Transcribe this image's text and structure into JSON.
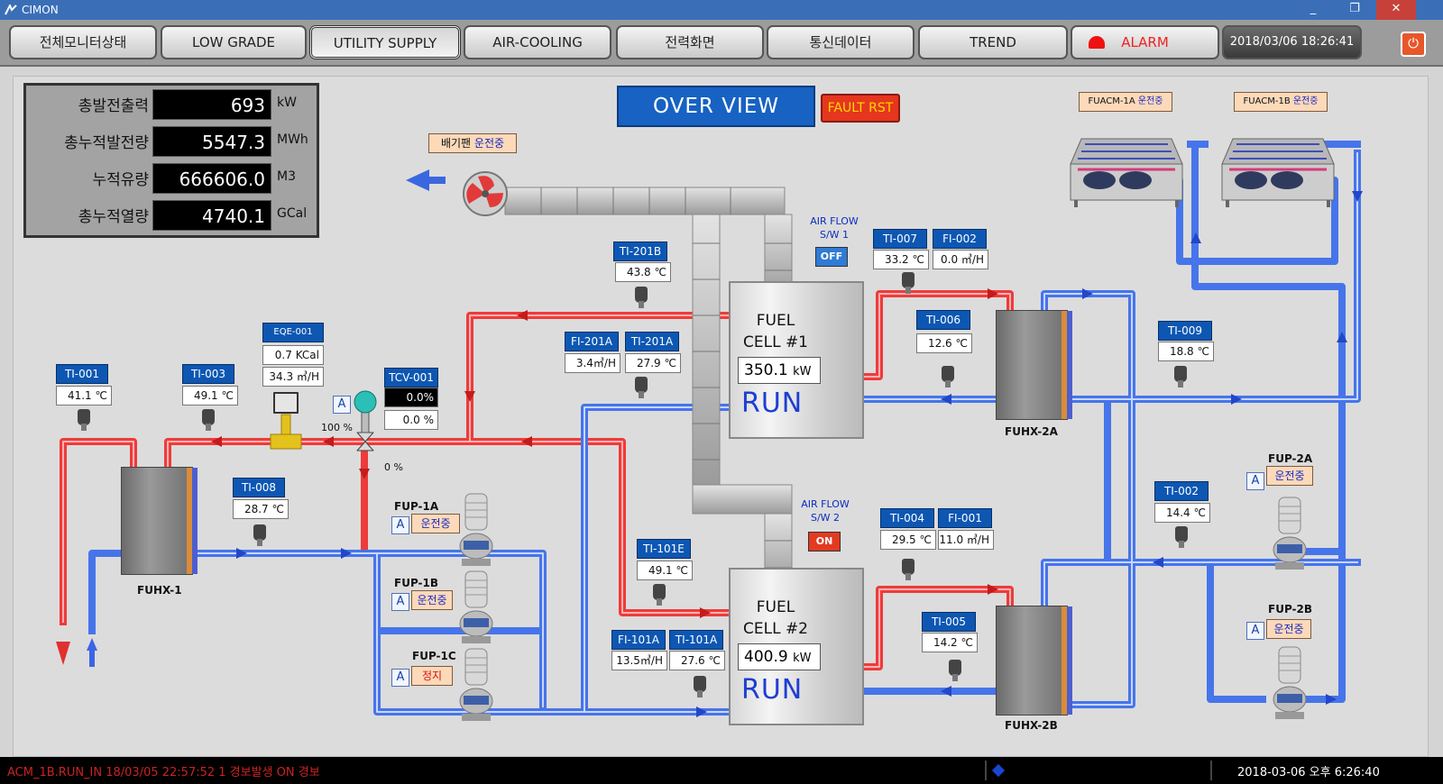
{
  "window": {
    "title": "CIMON",
    "controls": [
      "_",
      "❐",
      "✕"
    ]
  },
  "nav": {
    "tabs": [
      {
        "label": "전체모니터상태"
      },
      {
        "label": "LOW GRADE"
      },
      {
        "label": "UTILITY SUPPLY"
      },
      {
        "label": "AIR-COOLING"
      },
      {
        "label": "전력화면"
      },
      {
        "label": "통신데이터"
      },
      {
        "label": "TREND"
      }
    ],
    "alarm_label": "ALARM",
    "datetime": "2018/03/06 18:26:41",
    "power_icon": "power-icon"
  },
  "kpi": [
    {
      "label": "총발전출력",
      "value": "693",
      "unit": "kW"
    },
    {
      "label": "총누적발전량",
      "value": "5547.3",
      "unit": "MWh"
    },
    {
      "label": "누적유량",
      "value": "666606.0",
      "unit": "M3"
    },
    {
      "label": "총누적열량",
      "value": "4740.1",
      "unit": "GCal"
    }
  ],
  "header": {
    "title": "OVER VIEW",
    "fault_reset": "FAULT RST"
  },
  "fan": {
    "name": "배기팬",
    "status": "운전중"
  },
  "acm": [
    {
      "name": "FUACM-1A",
      "status": "운전중"
    },
    {
      "name": "FUACM-1B",
      "status": "운전중"
    }
  ],
  "airflow": [
    {
      "label": "AIR FLOW",
      "sub": "S/W 1",
      "state": "OFF"
    },
    {
      "label": "AIR FLOW",
      "sub": "S/W 2",
      "state": "ON"
    }
  ],
  "fuel_cells": [
    {
      "title1": "FUEL",
      "title2": "CELL #1",
      "power": "350.1",
      "unit": "kW",
      "status": "RUN"
    },
    {
      "title1": "FUEL",
      "title2": "CELL #2",
      "power": "400.9",
      "unit": "kW",
      "status": "RUN"
    }
  ],
  "instruments": {
    "TI_001": {
      "tag": "TI-001",
      "value": "41.1",
      "unit": "℃"
    },
    "TI_003": {
      "tag": "TI-003",
      "value": "49.1",
      "unit": "℃"
    },
    "EQE_001": {
      "tag": "EQE-001",
      "value": "0.7",
      "unit": "KCal",
      "value2": "34.3",
      "unit2": "㎥/H"
    },
    "TCV_001": {
      "tag": "TCV-001",
      "value": "0.0%",
      "value2": "0.0",
      "unit2": "%"
    },
    "TI_008": {
      "tag": "TI-008",
      "value": "28.7",
      "unit": "℃"
    },
    "TI_201B": {
      "tag": "TI-201B",
      "value": "43.8",
      "unit": "℃"
    },
    "FI_201A": {
      "tag": "FI-201A",
      "value": "3.4",
      "unit": "㎥/H"
    },
    "TI_201A": {
      "tag": "TI-201A",
      "value": "27.9",
      "unit": "℃"
    },
    "TI_101E": {
      "tag": "TI-101E",
      "value": "49.1",
      "unit": "℃"
    },
    "FI_101A": {
      "tag": "FI-101A",
      "value": "13.5",
      "unit": "㎥/H"
    },
    "TI_101A": {
      "tag": "TI-101A",
      "value": "27.6",
      "unit": "℃"
    },
    "TI_007": {
      "tag": "TI-007",
      "value": "33.2",
      "unit": "℃"
    },
    "FI_002": {
      "tag": "FI-002",
      "value": "0.0",
      "unit": "㎥/H"
    },
    "TI_006": {
      "tag": "TI-006",
      "value": "12.6",
      "unit": "℃"
    },
    "TI_009": {
      "tag": "TI-009",
      "value": "18.8",
      "unit": "℃"
    },
    "TI_004": {
      "tag": "TI-004",
      "value": "29.5",
      "unit": "℃"
    },
    "FI_001": {
      "tag": "FI-001",
      "value": "11.0",
      "unit": "㎥/H"
    },
    "TI_005": {
      "tag": "TI-005",
      "value": "14.2",
      "unit": "℃"
    },
    "TI_002": {
      "tag": "TI-002",
      "value": "14.4",
      "unit": "℃"
    }
  },
  "valve": {
    "mode": "A",
    "open_pct": "100 %",
    "branch_pct": "0 %"
  },
  "pumps": [
    {
      "name": "FUP-1A",
      "mode": "A",
      "status": "운전중"
    },
    {
      "name": "FUP-1B",
      "mode": "A",
      "status": "운전중"
    },
    {
      "name": "FUP-1C",
      "mode": "A",
      "status": "정지"
    },
    {
      "name": "FUP-2A",
      "mode": "A",
      "status": "운전중"
    },
    {
      "name": "FUP-2B",
      "mode": "A",
      "status": "운전중"
    }
  ],
  "exchangers": {
    "fuhx1": "FUHX-1",
    "fuhx2a": "FUHX-2A",
    "fuhx2b": "FUHX-2B"
  },
  "status_bar": {
    "message": "ACM_1B.RUN_IN    18/03/05 22:57:52    1    경보발생    ON 경보",
    "time": "2018-03-06 오후 6:26:40"
  },
  "colors": {
    "hot_pipe": "#ee3b3b",
    "cold_pipe": "#3f6fe8",
    "tag_bg": "#0d57b3",
    "run_text": "#1d3fd1"
  }
}
